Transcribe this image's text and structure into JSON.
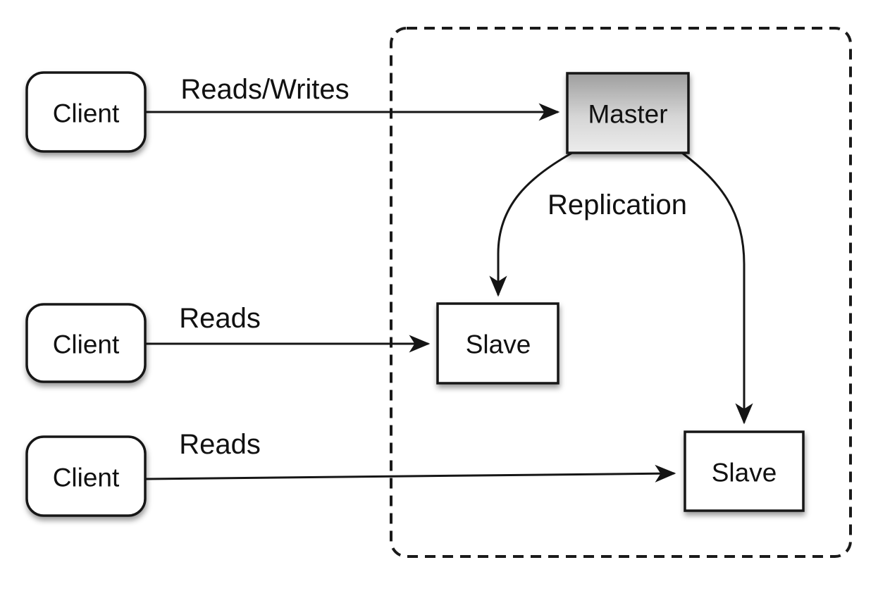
{
  "diagram": {
    "type": "master-slave-replication-topology"
  },
  "nodes": {
    "client_top": {
      "label": "Client"
    },
    "client_middle": {
      "label": "Client"
    },
    "client_bottom": {
      "label": "Client"
    },
    "master": {
      "label": "Master"
    },
    "slave_left": {
      "label": "Slave"
    },
    "slave_right": {
      "label": "Slave"
    }
  },
  "edges": {
    "reads_writes": {
      "label": "Reads/Writes"
    },
    "reads_middle": {
      "label": "Reads"
    },
    "reads_bottom": {
      "label": "Reads"
    },
    "replication": {
      "label": "Replication"
    }
  },
  "colors": {
    "stroke": "#161616",
    "node_fill": "#ffffff",
    "master_gradient_top": "#9e9e9e",
    "master_gradient_mid": "#d6d6d6",
    "master_gradient_bottom": "#ececec",
    "arrow_fill": "#141414",
    "background": "#ffffff"
  }
}
